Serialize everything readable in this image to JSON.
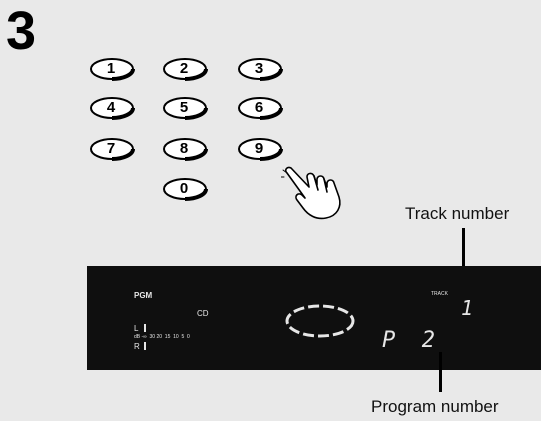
{
  "step_number": "3",
  "keypad": {
    "keys": [
      "1",
      "2",
      "3",
      "4",
      "5",
      "6",
      "7",
      "8",
      "9",
      "0"
    ]
  },
  "display": {
    "pgm_label": "PGM",
    "cd_label": "CD",
    "level_l": "L",
    "level_r": "R",
    "level_scale": "dB -∞  30 20  15  10  5  0",
    "track_label": "TRACK",
    "track_value": "1",
    "program_value": "P  2"
  },
  "callouts": {
    "track_number": "Track number",
    "program_number": "Program number"
  },
  "colors": {
    "background": "#e9e9e9",
    "display_bg": "#0f0f0f",
    "display_text": "#e6e6e6"
  }
}
